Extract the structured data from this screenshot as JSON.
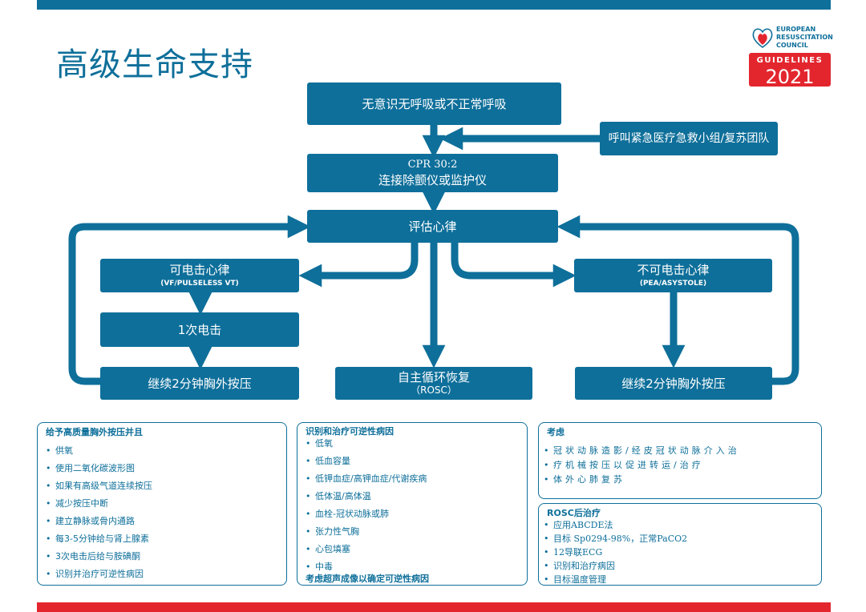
{
  "title": "高级生命支持",
  "logo": {
    "org_line1": "EUROPEAN",
    "org_line2": "RESUSCITATION",
    "org_line3": "COUNCIL",
    "badge_top": "GUIDELINES",
    "badge_year": "2021",
    "colors": {
      "blue": "#0e6f9a",
      "red": "#e3262e"
    }
  },
  "flow": {
    "unresponsive": "无意识无呼吸或不正常呼吸",
    "call_team": "呼叫紧急医疗急救小组/复苏团队",
    "cpr": "CPR 30:2",
    "attach": "连接除颤仪或监护仪",
    "assess": "评估心律",
    "shockable": "可电击心律",
    "shockable_sub": "(VF/PULSELESS VT)",
    "shock": "1次电击",
    "cpr_left": "继续2分钟胸外按压",
    "nonshockable": "不可电击心律",
    "nonshockable_sub": "(PEA/ASYSTOLE)",
    "cpr_right": "继续2分钟胸外按压",
    "rosc": "自主循环恢复",
    "rosc_sub": "（ROSC）"
  },
  "panels": {
    "quality": {
      "heading": "给予高质量胸外按压并且",
      "items": [
        "供氧",
        "使用二氧化碳波形图",
        "如果有高级气道连续按压",
        "减少按压中断",
        "建立静脉或骨内通路",
        "每3-5分钟给与肾上腺素",
        "3次电击后给与胺碘酮",
        "识别并治疗可逆性病因"
      ]
    },
    "reversible": {
      "heading": "识别和治疗可逆性病因",
      "items": [
        "低氧",
        "低血容量",
        "低钾血症/高钾血症/代谢疾病",
        "低体温/高体温",
        "血栓-冠状动脉或肺",
        "张力性气胸",
        "心包填塞",
        "中毒"
      ],
      "footer": "考虑超声成像以确定可逆性病因"
    },
    "consider": {
      "heading": "考虑",
      "items": [
        "冠状动脉造影/经皮冠状动脉介入治",
        "疗机械按压以促进转运/治疗",
        "体外心肺复苏"
      ]
    },
    "post_rosc": {
      "heading": "ROSC后治疗",
      "items": [
        "应用ABCDE法",
        "目标 Sp0294-98%，正常PaCO2",
        "12导联ECG",
        "识别和治疗病因",
        "目标温度管理"
      ]
    }
  }
}
